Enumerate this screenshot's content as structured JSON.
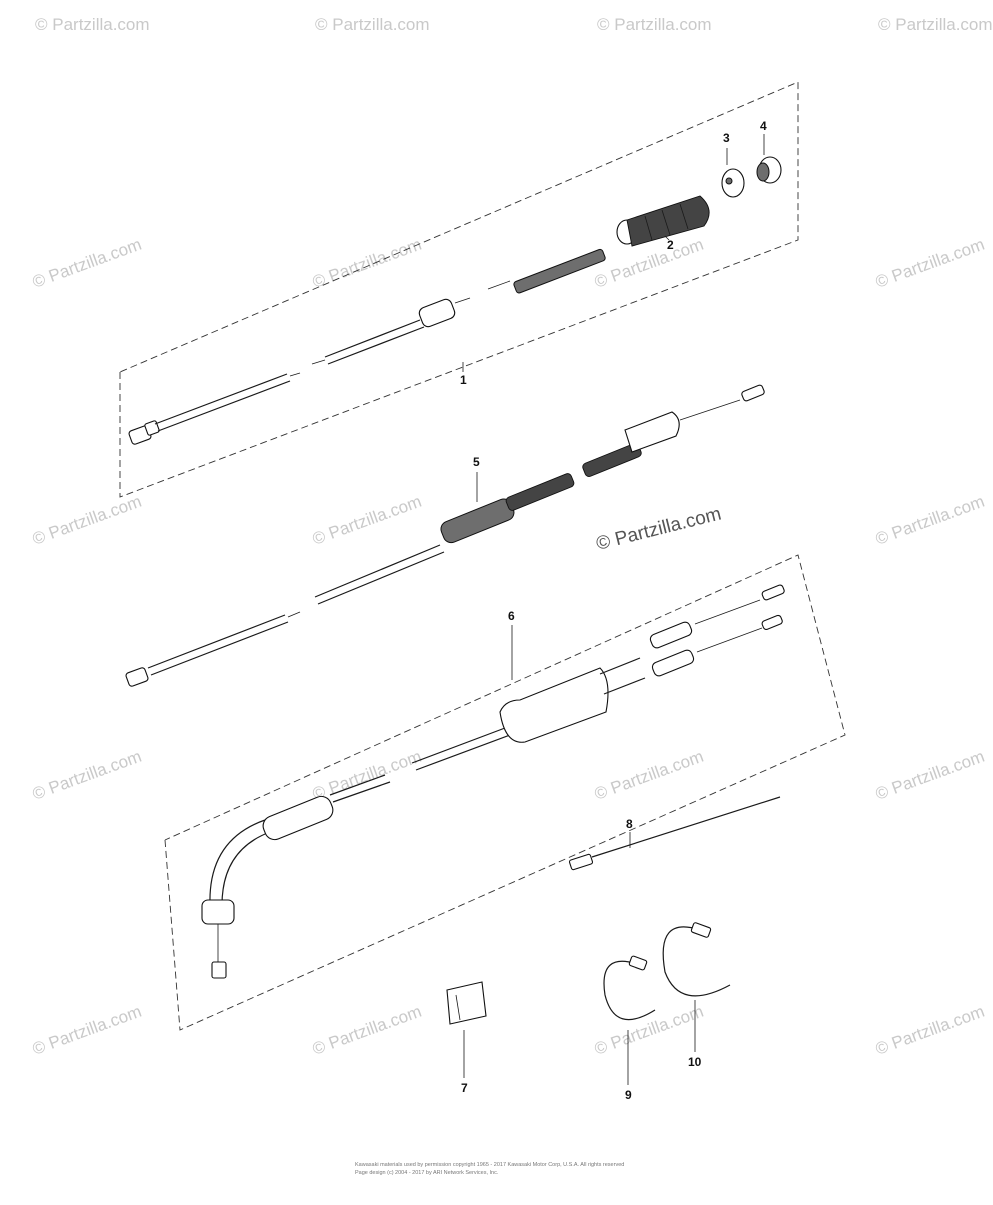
{
  "watermark": {
    "text": "© Partzilla.com",
    "main_text": "© Partzilla.com"
  },
  "callouts": {
    "c1": "1",
    "c2": "2",
    "c3": "3",
    "c4": "4",
    "c5": "5",
    "c6": "6",
    "c7": "7",
    "c8": "8",
    "c9": "9",
    "c10": "10"
  },
  "footer": {
    "line1": "Kawasaki materials used by permission copyright 1965 - 2017 Kawasaki Motor Corp, U.S.A. All rights reserved",
    "line2": "Page design (c) 2004 - 2017 by ARI Network Services, Inc."
  }
}
